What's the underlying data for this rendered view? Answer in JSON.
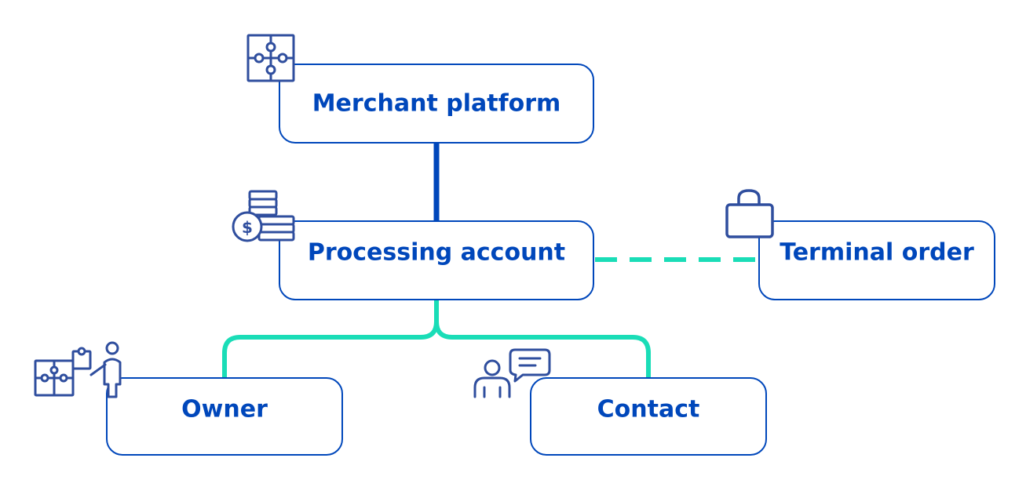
{
  "colors": {
    "primary": "#0047BB",
    "icon": "#2F4E9E",
    "accent": "#1ADDB7",
    "background": "#FFFFFF"
  },
  "nodes": {
    "merchant_platform": {
      "label": "Merchant platform",
      "icon": "puzzle-icon"
    },
    "processing_account": {
      "label": "Processing account",
      "icon": "money-stack-icon"
    },
    "terminal_order": {
      "label": "Terminal order",
      "icon": "shopping-bag-icon"
    },
    "owner": {
      "label": "Owner",
      "icon": "person-puzzle-icon"
    },
    "contact": {
      "label": "Contact",
      "icon": "person-chat-icon"
    }
  }
}
